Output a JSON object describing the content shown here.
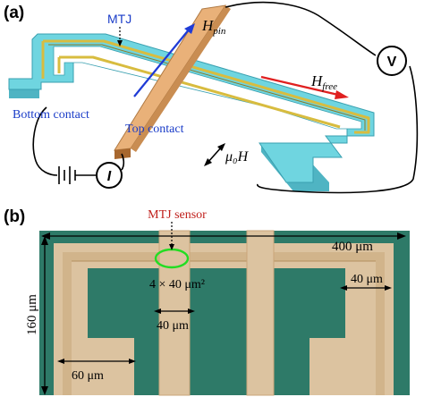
{
  "panel_a": {
    "label": "(a)",
    "mtj_label": "MTJ",
    "h_pin_base": "H",
    "h_pin_sub": "pin",
    "h_free_base": "H",
    "h_free_sub": "free",
    "bottom_contact": "Bottom contact",
    "top_contact": "Top contact",
    "field_label": "μ₀H",
    "voltmeter": "V",
    "ammeter": "I",
    "colors": {
      "substrate_cyan": "#6fd5e0",
      "gold_layer": "#d8bc3f",
      "top_contact": "#e9b179",
      "h_pin_arrow": "#1f3bd6",
      "h_free_arrow": "#e02020",
      "label_blue": "#1a3cc8"
    }
  },
  "panel_b": {
    "label": "(b)",
    "mtj_sensor": "MTJ sensor",
    "width_total": "400 μm",
    "height": "160 μm",
    "sensor_area": "4 × 40 μm²",
    "strip_width": "40 μm",
    "arm_width_right": "40 μm",
    "arm_width_left": "60 μm",
    "colors": {
      "background_green": "#2e7a68",
      "metal": "#dcc3a0",
      "sensor_circle": "#22dd22",
      "sensor_label": "#c0201c"
    }
  }
}
